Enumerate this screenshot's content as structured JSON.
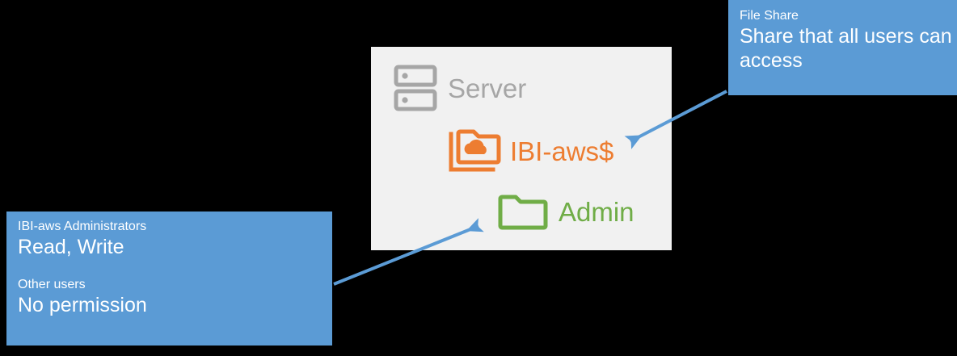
{
  "diagram": {
    "panel": {
      "background_color": "#F1F1F1",
      "nodes": [
        {
          "icon": "server-icon",
          "label": "Server",
          "color": "#A6A6A6"
        },
        {
          "icon": "cloud-share-folder-icon",
          "label": "IBI-aws$",
          "color": "#ED7D31"
        },
        {
          "icon": "folder-icon",
          "label": "Admin",
          "color": "#70AD47"
        }
      ]
    },
    "callouts": [
      {
        "id": "file-share",
        "title": "File Share",
        "body": "Share that all users can access",
        "color": "#5B9BD5",
        "points_to": "IBI-aws$"
      },
      {
        "id": "permissions",
        "color": "#5B9BD5",
        "points_to": "Admin",
        "groups": [
          {
            "title": "IBI-aws Administrators",
            "body": "Read, Write"
          },
          {
            "title": "Other users",
            "body": "No permission"
          }
        ]
      }
    ],
    "arrow_color": "#5B9BD5",
    "background_color": "#000000"
  }
}
